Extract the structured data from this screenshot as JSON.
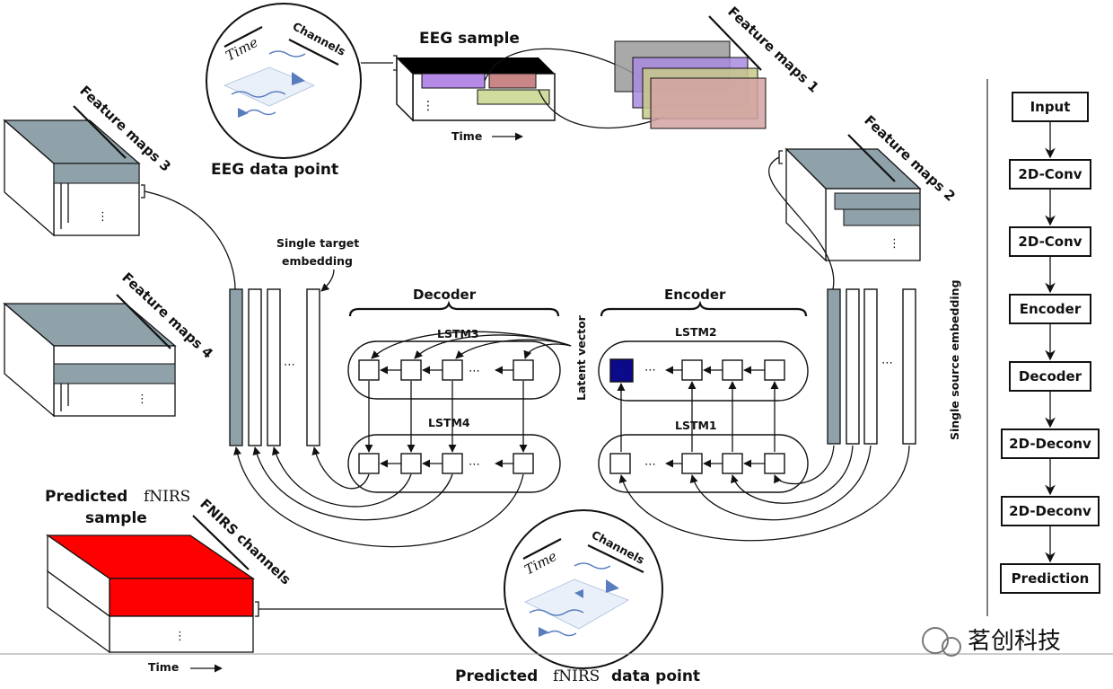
{
  "labels": {
    "eeg_sample": "EEG sample",
    "eeg_data_point": "EEG data point",
    "time": "Time",
    "channels": "Channels",
    "feature_maps_1": "Feature maps 1",
    "feature_maps_2": "Feature maps 2",
    "feature_maps_3": "Feature maps 3",
    "feature_maps_4": "Feature maps 4",
    "single_target_embedding_l1": "Single target",
    "single_target_embedding_l2": "embedding",
    "single_source_embedding": "Single source embedding",
    "decoder": "Decoder",
    "encoder": "Encoder",
    "lstm1": "LSTM1",
    "lstm2": "LSTM2",
    "lstm3": "LSTM3",
    "lstm4": "LSTM4",
    "latent_vector": "Latent vector",
    "predicted_l1": "Predicted",
    "fnirs": "fNIRS",
    "predicted_sample_l2": "sample",
    "fnirs_channels": "FNIRS channels",
    "predicted_data_point_pre": "Predicted",
    "predicted_data_point_post": "data point",
    "ellipsis": "⋯"
  },
  "flowchart": {
    "steps": [
      "Input",
      "2D-Conv",
      "2D-Conv",
      "Encoder",
      "Decoder",
      "2D-Deconv",
      "2D-Deconv",
      "Prediction"
    ]
  },
  "watermark": "茗创科技",
  "colors": {
    "feature_map_slate": "#8fa1a9",
    "predicted_red": "#ff0000",
    "latent_navy": "#0a0a8a",
    "eeg_purple": "#b48ae6",
    "eeg_rose": "#c98686",
    "eeg_olive": "#cfdc9e",
    "fm1_gray": "#9a9a9a",
    "fm1_purple": "#a98be0",
    "fm1_olive": "#c9c98a",
    "fm1_rose": "#d4a3a3"
  }
}
